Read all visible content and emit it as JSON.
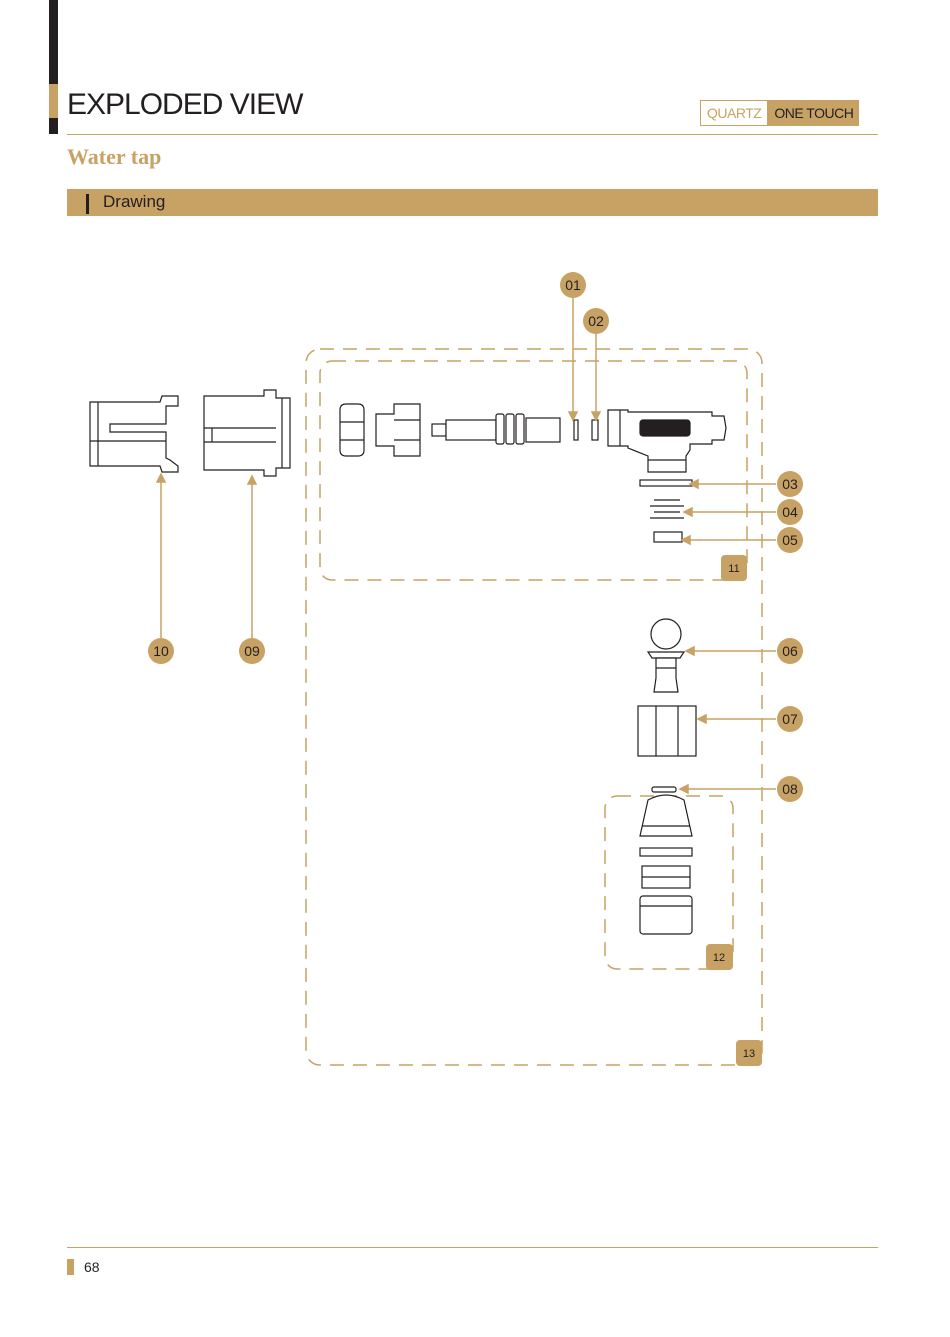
{
  "header": {
    "title": "EXPLODED VIEW",
    "badge_brand": "QUARTZ",
    "badge_product": "ONE TOUCH"
  },
  "subtitle": "Water tap",
  "section": {
    "label": "Drawing"
  },
  "callouts": {
    "c01": "01",
    "c02": "02",
    "c03": "03",
    "c04": "04",
    "c05": "05",
    "c06": "06",
    "c07": "07",
    "c08": "08",
    "c09": "09",
    "c10": "10",
    "g11": "11",
    "g12": "12",
    "g13": "13"
  },
  "footer": {
    "page_number": "68"
  },
  "colors": {
    "accent": "#c8a264",
    "ink": "#231f20"
  }
}
